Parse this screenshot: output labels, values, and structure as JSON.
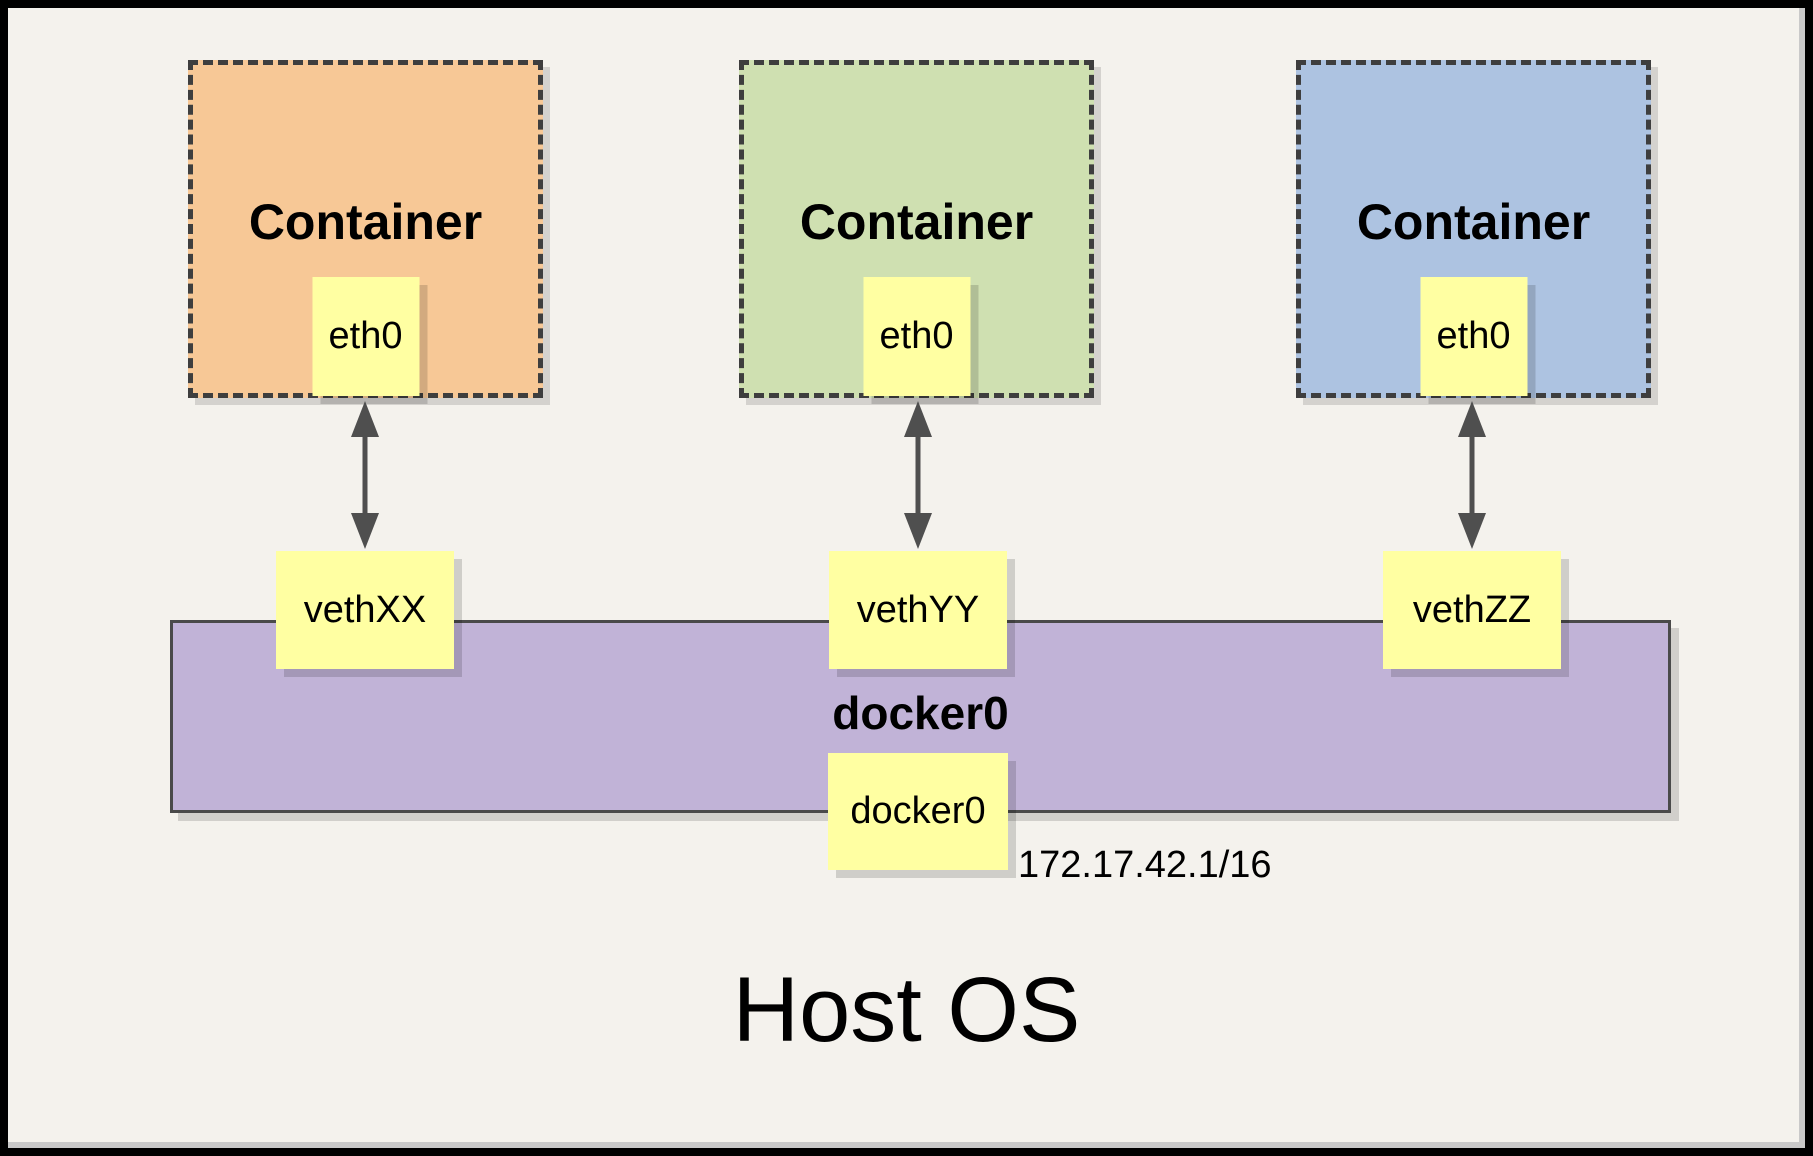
{
  "host": {
    "label": "Host OS"
  },
  "bridge": {
    "name": "docker0",
    "interface": "docker0",
    "ip": "172.17.42.1/16"
  },
  "containers": [
    {
      "label": "Container",
      "interface": "eth0",
      "veth": "vethXX",
      "fill": "#F7C896"
    },
    {
      "label": "Container",
      "interface": "eth0",
      "veth": "vethYY",
      "fill": "#CFE0B1"
    },
    {
      "label": "Container",
      "interface": "eth0",
      "veth": "vethZZ",
      "fill": "#ADC3E1"
    }
  ],
  "colors": {
    "background": "#F4F2ED",
    "outer_border": "#000000",
    "label_box": "#FFFFA2",
    "bridge_fill": "#C1B3D7",
    "bridge_border": "#4A4A4A",
    "dashed_border": "#3E3E3E",
    "arrow": "#4F4F4F",
    "text": "#000000"
  }
}
